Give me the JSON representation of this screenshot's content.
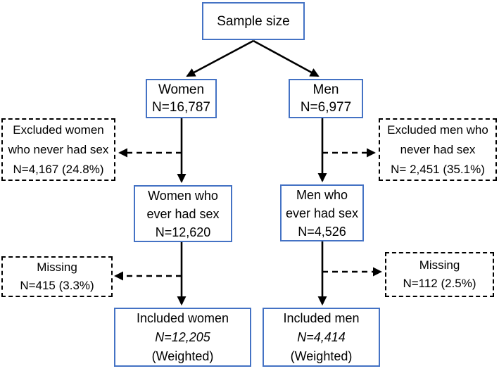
{
  "colors": {
    "box_border": "#4472C4",
    "dashed_border": "#000000",
    "arrow": "#000000",
    "text": "#000000",
    "background": "#FFFFFF"
  },
  "nodes": {
    "sample_size": {
      "label": "Sample size"
    },
    "women": {
      "line1": "Women",
      "line2": "N=16,787"
    },
    "men": {
      "line1": "Men",
      "line2": "N=6,977"
    },
    "excluded_women": {
      "line1": "Excluded women",
      "line2": "who never had sex",
      "line3": "N=4,167 (24.8%)"
    },
    "excluded_men": {
      "line1": "Excluded men who",
      "line2": "never had sex",
      "line3": "N= 2,451 (35.1%)"
    },
    "women_ever_had_sex": {
      "line1": "Women who",
      "line2": "ever had sex",
      "line3": "N=12,620"
    },
    "men_ever_had_sex": {
      "line1": "Men who",
      "line2": "ever had sex",
      "line3": "N=4,526"
    },
    "missing_women": {
      "line1": "Missing",
      "line2": "N=415 (3.3%)"
    },
    "missing_men": {
      "line1": "Missing",
      "line2": "N=112 (2.5%)"
    },
    "included_women": {
      "line1": "Included women",
      "line2": "N=12,205",
      "line3": "(Weighted)"
    },
    "included_men": {
      "line1": "Included men",
      "line2": "N=4,414",
      "line3": "(Weighted)"
    }
  },
  "edges": [
    {
      "from": "sample_size",
      "to": "women",
      "style": "solid"
    },
    {
      "from": "sample_size",
      "to": "men",
      "style": "solid"
    },
    {
      "from": "women",
      "to": "excluded_women",
      "style": "dashed"
    },
    {
      "from": "women",
      "to": "women_ever_had_sex",
      "style": "solid"
    },
    {
      "from": "men",
      "to": "excluded_men",
      "style": "dashed"
    },
    {
      "from": "men",
      "to": "men_ever_had_sex",
      "style": "solid"
    },
    {
      "from": "women_ever_had_sex",
      "to": "missing_women",
      "style": "dashed"
    },
    {
      "from": "women_ever_had_sex",
      "to": "included_women",
      "style": "solid"
    },
    {
      "from": "men_ever_had_sex",
      "to": "missing_men",
      "style": "dashed"
    },
    {
      "from": "men_ever_had_sex",
      "to": "included_men",
      "style": "solid"
    }
  ]
}
